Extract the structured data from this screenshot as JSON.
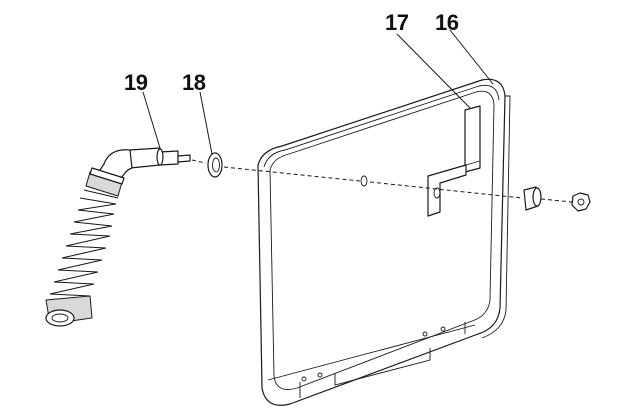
{
  "callouts": [
    {
      "id": "19",
      "label": "19",
      "part": "elbow-fitting-with-spring"
    },
    {
      "id": "18",
      "label": "18",
      "part": "washer"
    },
    {
      "id": "17",
      "label": "17",
      "part": "mounting-bracket"
    },
    {
      "id": "16",
      "label": "16",
      "part": "cover-plate"
    }
  ],
  "colors": {
    "line": "#1a1a1a",
    "fill": "#ffffff",
    "shade": "#d9d9d9"
  }
}
